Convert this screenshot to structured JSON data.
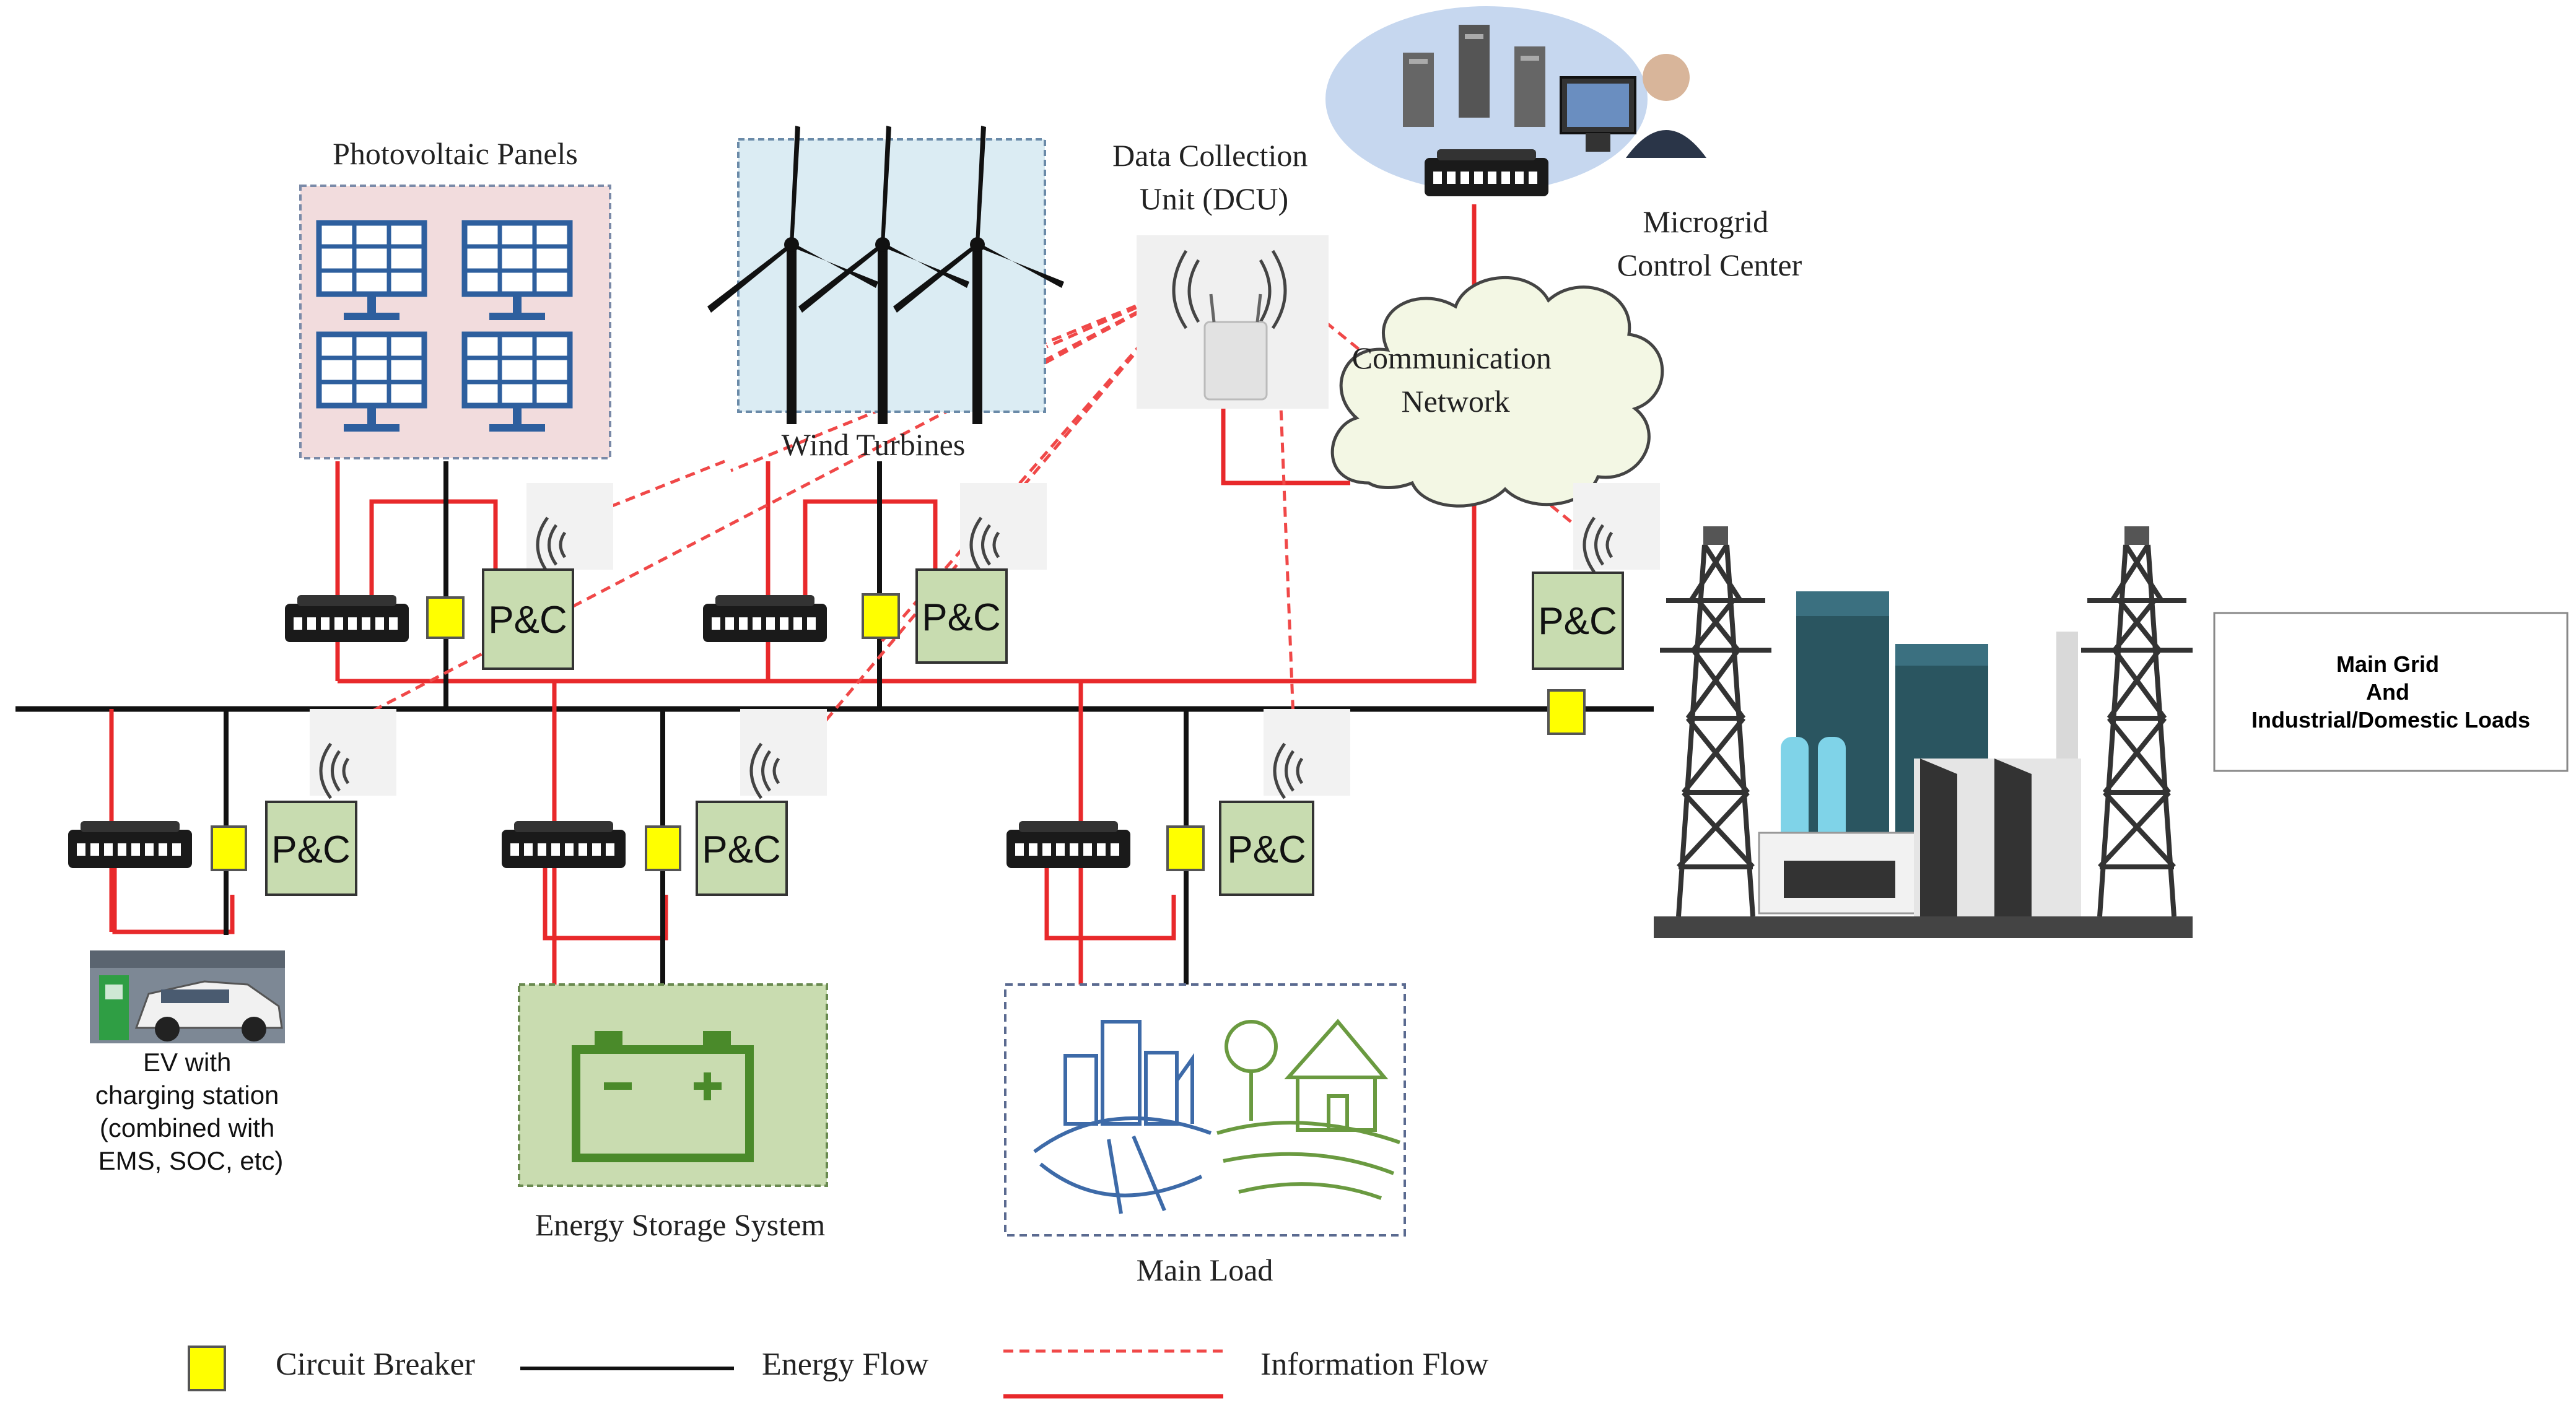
{
  "labels": {
    "photovoltaic": "Photovoltaic Panels",
    "wind": "Wind Turbines",
    "dcu_line1": "Data Collection",
    "dcu_line2": "Unit (DCU)",
    "mcc_line1": "Microgrid",
    "mcc_line2": "Control Center",
    "comm_line1": "Communication",
    "comm_line2": "Network",
    "ev_line1": "EV with",
    "ev_line2": "charging station",
    "ev_line3": "(combined with",
    "ev_line4": "EMS, SOC, etc)",
    "storage": "Energy Storage System",
    "main_load": "Main Load",
    "grid_line1": "Main Grid",
    "grid_line2": "And",
    "grid_line3": "Industrial/Domestic Loads",
    "pc": "P&C"
  },
  "legend": {
    "circuit_breaker": "Circuit Breaker",
    "energy_flow": "Energy Flow",
    "information_flow": "Information Flow"
  },
  "colors": {
    "energy": "#111111",
    "power_red": "#e8292b",
    "info_red": "#f04848",
    "breaker": "#ffff00",
    "pc_fill": "#c8dcb0",
    "pv_fill": "#f2dcdd",
    "wind_fill": "#dbecf3",
    "storage_fill": "#c9dcb0",
    "cloud_fill": "#f3f7e4",
    "mcc_fill": "#c6d7ef"
  }
}
